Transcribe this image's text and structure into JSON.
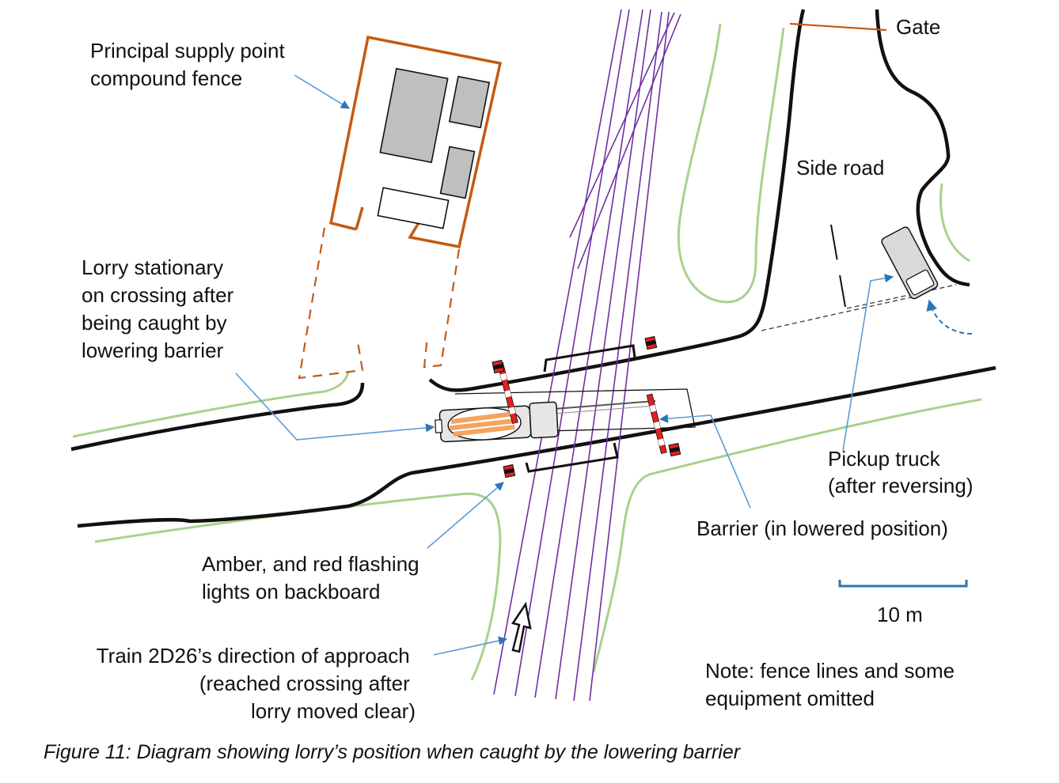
{
  "labels": {
    "compound_fence": [
      "Principal supply point",
      "compound fence"
    ],
    "gate": "Gate",
    "side_road": "Side road",
    "lorry": [
      "Lorry stationary",
      "on crossing after",
      "being caught by",
      "lowering barrier"
    ],
    "pickup": [
      "Pickup truck",
      "(after reversing)"
    ],
    "barrier": "Barrier (in lowered position)",
    "lights": [
      "Amber, and red flashing",
      "lights on backboard"
    ],
    "scale": "10 m",
    "train": [
      "Train 2D26’s direction of approach",
      "(reached crossing after",
      "lorry moved clear)"
    ],
    "note": [
      "Note: fence lines and some",
      "equipment omitted"
    ]
  },
  "caption": "Figure 11: Diagram showing lorry’s position when caught by the lowering barrier",
  "colors": {
    "road": "#111111",
    "verge": "#a9d18e",
    "fence": "#c55a11",
    "track": "#7030a0",
    "building": "#bfbfbf",
    "leader": "#5b9bd5",
    "scale_bar": "#2e75b6",
    "barrier_red": "#e02020",
    "lorry_drum": "#f4a460"
  }
}
